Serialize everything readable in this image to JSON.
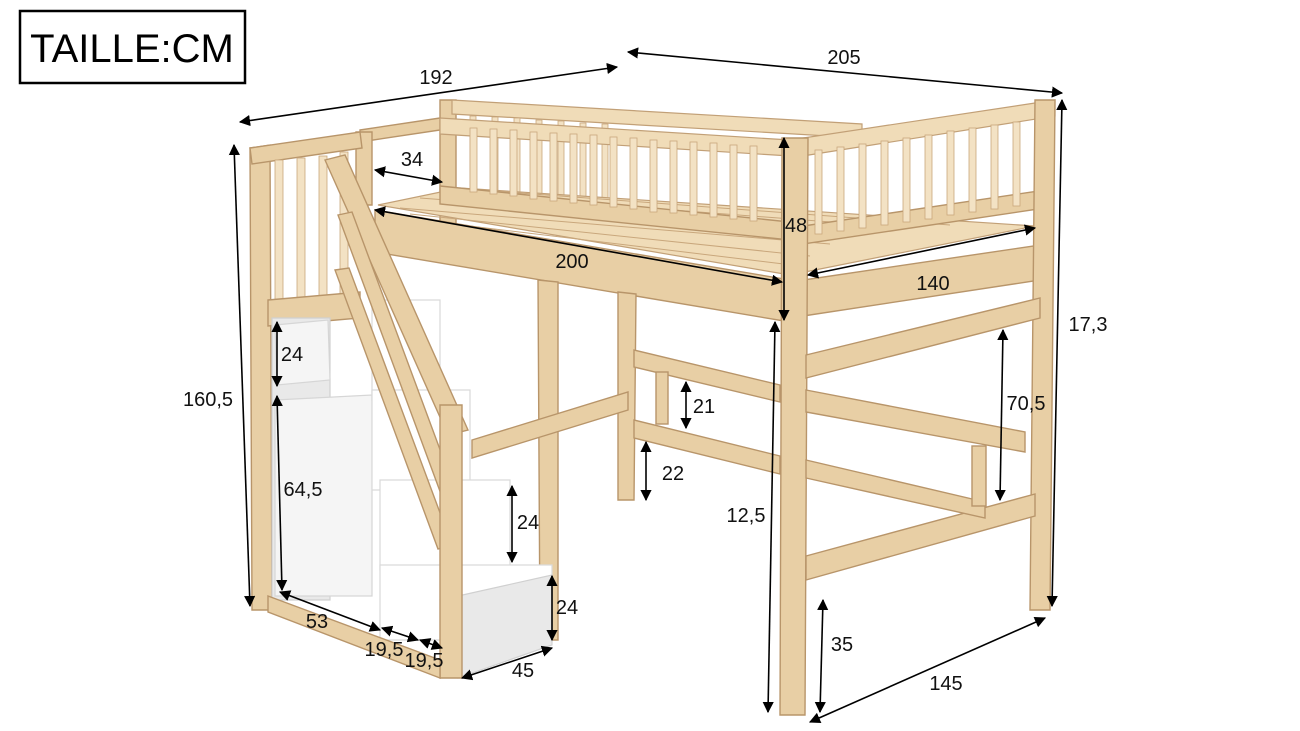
{
  "title": "TAILLE:CM",
  "dimensions": {
    "total_length": "205",
    "total_width": "192",
    "rail_gap": "34",
    "mattress_length": "200",
    "mattress_width": "140",
    "guardrail_height": "48",
    "total_height": "17,3",
    "stair_height": "160,5",
    "under_bed_height": "12,5",
    "lower_bar_height": "70,5",
    "rail_21": "21",
    "rail_22": "22",
    "step_24_top": "24",
    "cabinet_64_5": "64,5",
    "step_24_mid": "24",
    "step_24_low": "24",
    "stair_depth_53": "53",
    "step_19_5_a": "19,5",
    "step_19_5_b": "19,5",
    "stair_width_45": "45",
    "foot_35": "35",
    "frame_width_145": "145"
  },
  "colors": {
    "wood": "#e8cfa5",
    "wood_edge": "#b8956a",
    "stairs_white": "#f5f5f5",
    "dimension_line": "#000000"
  }
}
